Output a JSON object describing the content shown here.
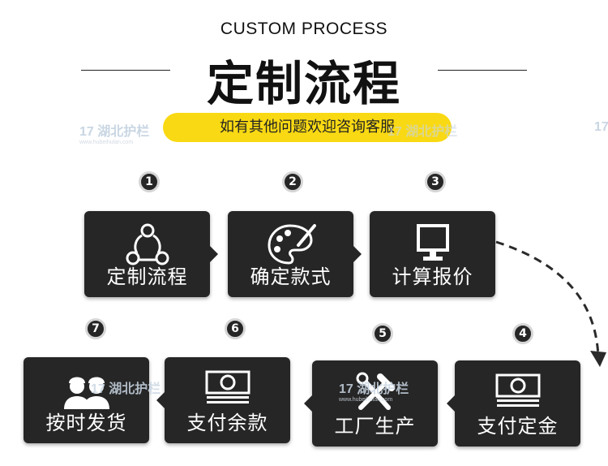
{
  "header": {
    "title_en": "CUSTOM PROCESS",
    "title_cn": "定制流程",
    "subtitle": "如有其他问题欢迎咨询客服"
  },
  "watermark": {
    "name": "湖北护栏",
    "url": "www.hubeihulan.com",
    "logo": "17"
  },
  "colors": {
    "card": "#262626",
    "accent": "#f9d913",
    "badge_border": "#d6d6d6"
  },
  "steps": [
    {
      "number": "1",
      "label": "定制流程",
      "icon": "cycle-icon"
    },
    {
      "number": "2",
      "label": "确定款式",
      "icon": "palette-icon"
    },
    {
      "number": "3",
      "label": "计算报价",
      "icon": "monitor-icon"
    },
    {
      "number": "4",
      "label": "支付定金",
      "icon": "cash-icon"
    },
    {
      "number": "5",
      "label": "工厂生产",
      "icon": "tools-icon"
    },
    {
      "number": "6",
      "label": "支付余款",
      "icon": "cash-icon"
    },
    {
      "number": "7",
      "label": "按时发货",
      "icon": "workers-icon"
    }
  ]
}
